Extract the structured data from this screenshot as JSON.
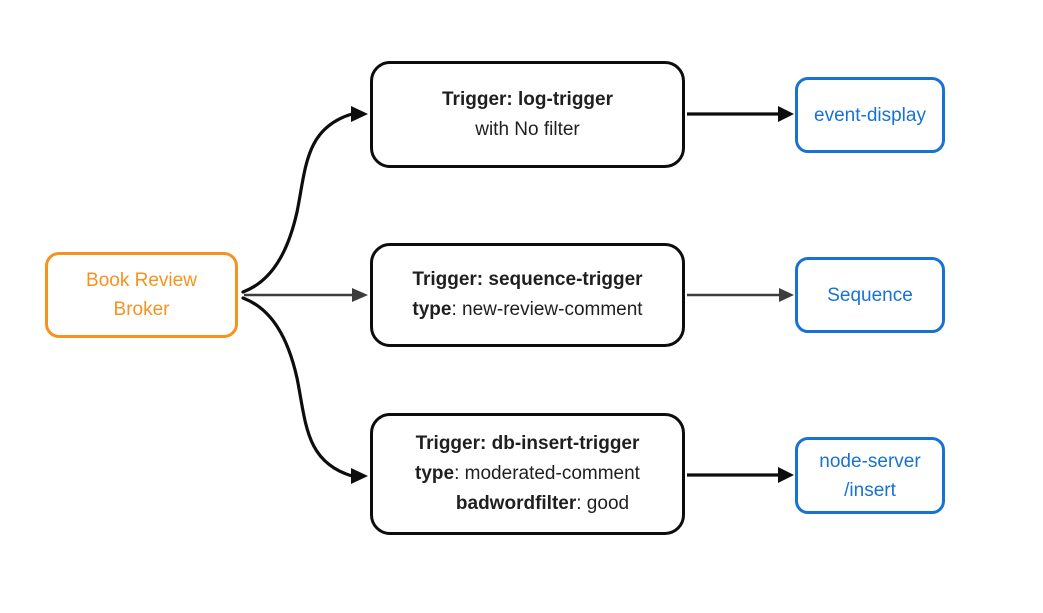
{
  "diagram": {
    "broker": {
      "label_line1": "Book Review",
      "label_line2": "Broker"
    },
    "triggers": [
      {
        "title": "Trigger: log-trigger",
        "subtitle": "with No filter"
      },
      {
        "title": "Trigger: sequence-trigger",
        "attr1_key": "type",
        "attr1_value": ": new-review-comment"
      },
      {
        "title": "Trigger: db-insert-trigger",
        "attr1_key": "type",
        "attr1_value": ": moderated-comment",
        "attr2_key": "badwordfilter",
        "attr2_value": ": good"
      }
    ],
    "sinks": [
      {
        "label": "event-display"
      },
      {
        "label": "Sequence"
      },
      {
        "label_line1": "node-server",
        "label_line2": "/insert"
      }
    ],
    "colors": {
      "broker_orange": "#f6921e",
      "sink_blue": "#1772d2",
      "edge_black": "#0d0d0d",
      "edge_gray": "#3d3d3d",
      "background": "#ffffff"
    }
  }
}
